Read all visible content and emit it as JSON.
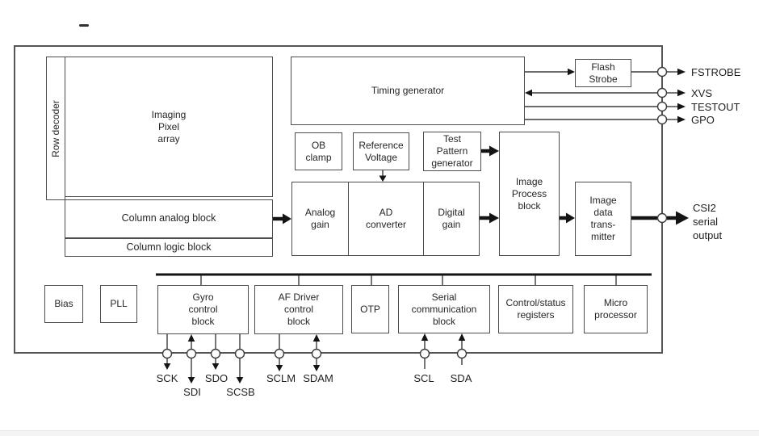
{
  "colors": {
    "box_border": "#4d4d4d",
    "thin_line": "#3b3b3b",
    "thick_arrow": "#141414",
    "text": "#262626"
  },
  "blocks": {
    "row_decoder": "Row decoder",
    "imaging_pixel_array": "Imaging\nPixel\narray",
    "column_analog_block": "Column analog block",
    "column_logic_block": "Column logic block",
    "timing_generator": "Timing generator",
    "flash_strobe": "Flash\nStrobe",
    "ob_clamp": "OB\nclamp",
    "reference_voltage": "Reference\nVoltage",
    "test_pattern_generator": "Test\nPattern\ngenerator",
    "analog_gain": "Analog\ngain",
    "ad_converter": "AD\nconverter",
    "digital_gain": "Digital\ngain",
    "image_process_block": "Image\nProcess\nblock",
    "image_data_transmitter": "Image\ndata\ntrans-\nmitter",
    "bias": "Bias",
    "pll": "PLL",
    "gyro_control_block": "Gyro\ncontrol\nblock",
    "af_driver_control_block": "AF Driver\ncontrol\nblock",
    "otp": "OTP",
    "serial_communication_block": "Serial\ncommunication\nblock",
    "control_status_registers": "Control/status\nregisters",
    "micro_processor": "Micro\nprocessor"
  },
  "outputs": {
    "fstrobe": "FSTROBE",
    "xvs": "XVS",
    "testout": "TESTOUT",
    "gpo": "GPO",
    "csi2": "CSI2\nserial\noutput"
  },
  "pins": {
    "sck": "SCK",
    "sdi": "SDI",
    "sdo": "SDO",
    "scsb": "SCSB",
    "sclm": "SCLM",
    "sdam": "SDAM",
    "scl": "SCL",
    "sda": "SDA"
  }
}
